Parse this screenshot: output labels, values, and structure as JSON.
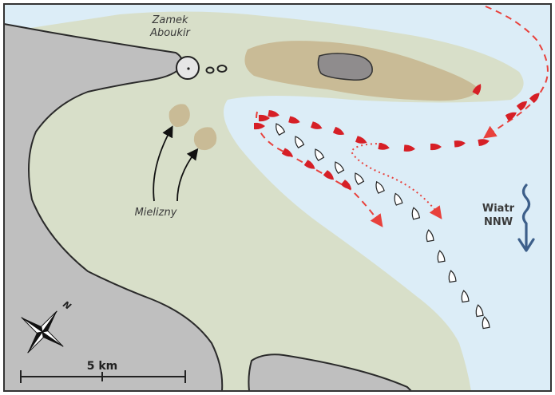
{
  "labels": {
    "castle_line1": "Zamek",
    "castle_line2": "Aboukir",
    "shoals": "Mielizny",
    "wind_line1": "Wiatr",
    "wind_line2": "NNW",
    "scale": "5 km",
    "compass_north": "N"
  },
  "legend": {
    "fleet_a_ship_color": "#d61f26",
    "fleet_b_ship_color": "#ffffff",
    "route_color": "#e8413c",
    "wind_arrow_color": "#3d5f8a"
  },
  "colors": {
    "sea": "#dcedf7",
    "land": "#bfbfbf",
    "shoal_water": "#d8dfc9",
    "island_shoal": "#c9bb96",
    "island": "#8f8c8d",
    "frame": "#333333"
  },
  "icons": [
    "compass-rose-icon",
    "wind-arrow-icon",
    "fort-icon"
  ]
}
